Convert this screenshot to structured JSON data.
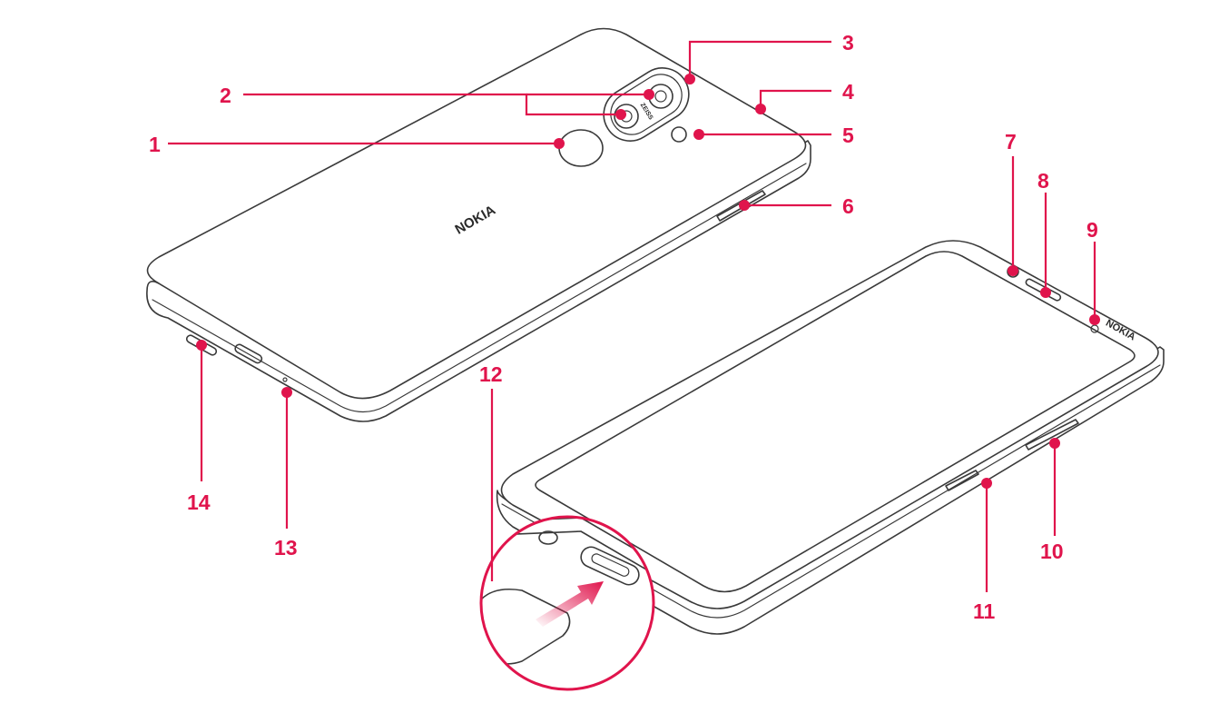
{
  "colors": {
    "accent": "#e0144c",
    "line": "#3a3a3a"
  },
  "brand": {
    "back_logo": "NOKIA",
    "front_logo": "NOKIA",
    "lens_mark": "ZEISS"
  },
  "callouts": [
    {
      "id": "1",
      "label": "1"
    },
    {
      "id": "2",
      "label": "2"
    },
    {
      "id": "3",
      "label": "3"
    },
    {
      "id": "4",
      "label": "4"
    },
    {
      "id": "5",
      "label": "5"
    },
    {
      "id": "6",
      "label": "6"
    },
    {
      "id": "7",
      "label": "7"
    },
    {
      "id": "8",
      "label": "8"
    },
    {
      "id": "9",
      "label": "9"
    },
    {
      "id": "10",
      "label": "10"
    },
    {
      "id": "11",
      "label": "11"
    },
    {
      "id": "12",
      "label": "12"
    },
    {
      "id": "13",
      "label": "13"
    },
    {
      "id": "14",
      "label": "14"
    }
  ]
}
